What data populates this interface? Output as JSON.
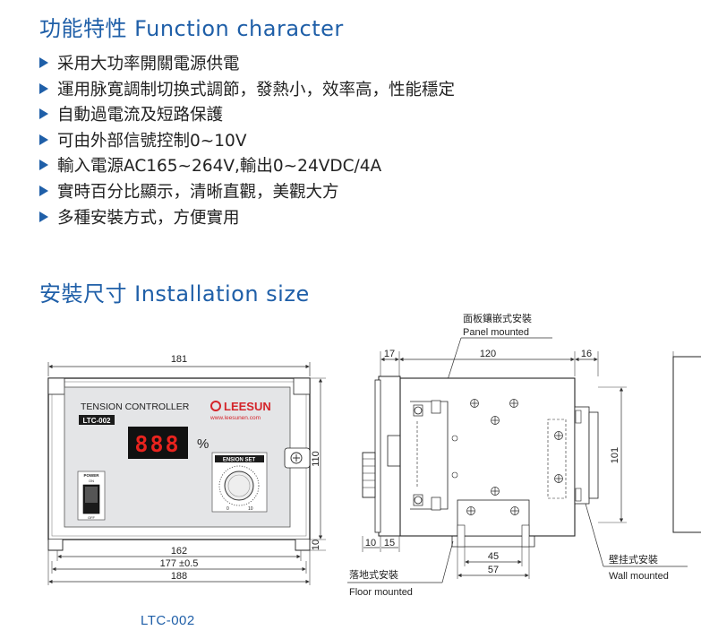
{
  "section1": {
    "title": "功能特性 Function character",
    "items": [
      "采用大功率開關電源供電",
      "運用脉寛調制切换式調節，發熱小，效率高，性能穩定",
      "自動過電流及短路保護",
      "可由外部信號控制0~10V",
      "輸入電源AC165~264V,輸出0~24VDC/4A",
      "實時百分比顯示，清晰直觀，美觀大方",
      "多種安裝方式，方便實用"
    ]
  },
  "section2": {
    "title": "安裝尺寸 Installation size"
  },
  "front_view": {
    "panel_title": "TENSION CONTROLLER",
    "model_badge": "LTC-002",
    "brand": "LEESUN",
    "website": "www.leesunen.com",
    "display_value": "888",
    "unit": "%",
    "knob_label": "ENSION SET",
    "knob_min": "0",
    "knob_max": "10",
    "switch_label": "POWER",
    "switch_on": "ON",
    "switch_off": "OFF",
    "dims": {
      "width_top": "181",
      "height_right": "110",
      "foot_right": "10",
      "w162": "162",
      "w177": "177 ±0.5",
      "w188": "188"
    }
  },
  "side_view": {
    "dims": {
      "d17": "17",
      "d120": "120",
      "d16": "16",
      "d101": "101",
      "d10": "10",
      "d15": "15",
      "d45": "45",
      "d57": "57"
    },
    "labels": {
      "panel_cn": "面板鑲嵌式安裝",
      "panel_en": "Panel mounted",
      "floor_cn": "落地式安裝",
      "floor_en": "Floor mounted",
      "wall_cn": "壁挂式安裝",
      "wall_en": "Wall mounted"
    }
  },
  "caption": "LTC-002",
  "colors": {
    "heading": "#1f5fa8",
    "display_bg": "#111111",
    "display_digits": "#e8231e",
    "brand": "#d4252b"
  }
}
